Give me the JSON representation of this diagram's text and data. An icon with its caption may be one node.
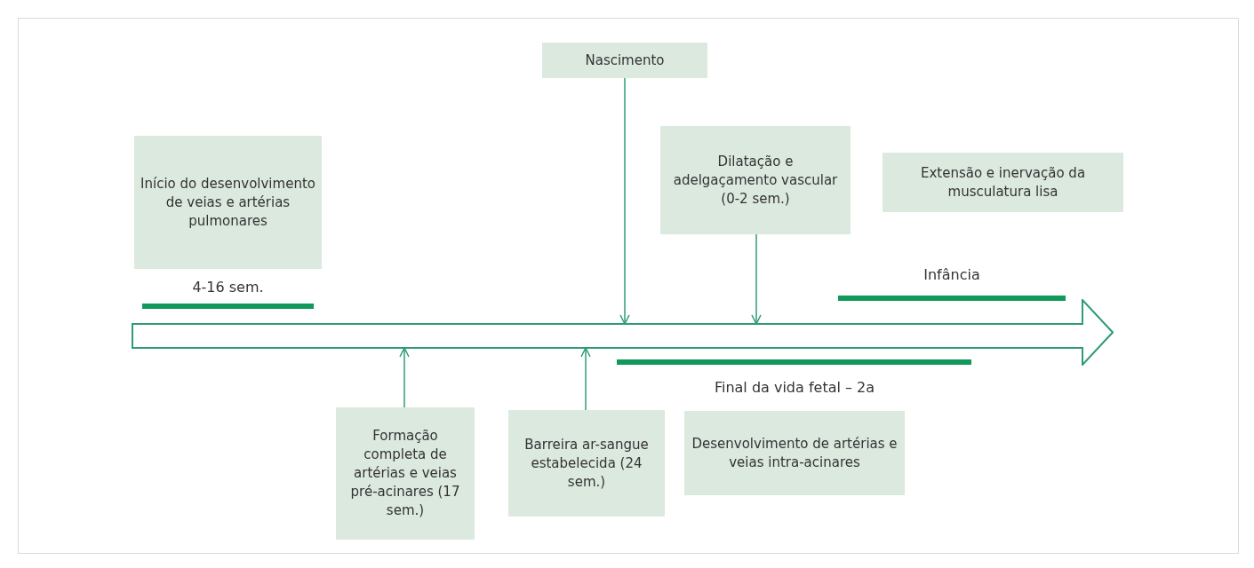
{
  "diagram": {
    "nodes": [
      {
        "text": [
          "Início do desenvolvimento de veias e artérias pulmonares"
        ]
      },
      {
        "text": [
          "Nascimento"
        ]
      },
      {
        "text": [
          "Dilatação e adelgaçamento vascular (0-2 sem.)"
        ]
      },
      {
        "text": [
          "Extensão e inervação da musculatura lisa"
        ]
      },
      {
        "text": [],
        "shape": "arrow"
      },
      {
        "text": [
          "Formação completa de artérias e veias pré-acinares (17 sem.)"
        ]
      },
      {
        "text": [
          "Barreira ar-sangue estabelecida (24 sem.)"
        ]
      },
      {
        "text": [
          "Desenvolvimento de artérias e veias intra-acinares"
        ]
      }
    ],
    "edges": [
      {
        "from": 1,
        "to": 4,
        "arrow": "to"
      },
      {
        "from": 2,
        "to": 4,
        "arrow": "to"
      },
      {
        "from": 5,
        "to": 4,
        "arrow": "to"
      },
      {
        "from": 6,
        "to": 4,
        "arrow": "to"
      }
    ],
    "labels": [
      "4-16 sem.",
      "Infância",
      "Final da vida fetal – 2a"
    ]
  }
}
